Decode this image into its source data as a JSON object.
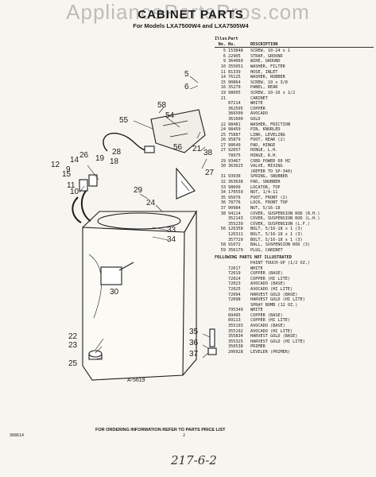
{
  "watermark": "AppliancePartsPros.com",
  "header": {
    "title": "CABINET PARTS",
    "subtitle": "For Models LXA7500W4 and LXA7505W4"
  },
  "parts_list": {
    "col_illus": "Illus.",
    "col_part": "Part",
    "col_no": "No.",
    "col_no2": "No.",
    "col_desc": "DESCRIPTION",
    "rows": [
      {
        "no": "5",
        "part": "153848",
        "desc": "SCREW, 10-24 x 1"
      },
      {
        "no": "6",
        "part": "22905",
        "desc": "STRAP, GROUND"
      },
      {
        "no": "9",
        "part": "364069",
        "desc": "WIRE, GROUND"
      },
      {
        "no": "10",
        "part": "355051",
        "desc": "WASHER, FILTER"
      },
      {
        "no": "11",
        "part": "81339",
        "desc": "HOSE, INLET"
      },
      {
        "no": "14",
        "part": "76125",
        "desc": "WASHER, RUBBER"
      },
      {
        "no": "15",
        "part": "90864",
        "desc": "SCREW, 10 x 3/8"
      },
      {
        "no": "16",
        "part": "35279",
        "desc": "PANEL, REAR"
      },
      {
        "no": "19",
        "part": "98605",
        "desc": "SCREW, 10-16 x 1/2"
      },
      {
        "no": "21",
        "part": "",
        "desc": "CABINET"
      },
      {
        "no": "",
        "part": "87214",
        "desc": "WHITE"
      },
      {
        "no": "",
        "part": "362505",
        "desc": "COPPER"
      },
      {
        "no": "",
        "part": "366500",
        "desc": "AVOCADO"
      },
      {
        "no": "",
        "part": "361600",
        "desc": "GOLD"
      },
      {
        "no": "22",
        "part": "98481",
        "desc": "WASHER, FRICTION"
      },
      {
        "no": "24",
        "part": "98459",
        "desc": "PIN, KNURLED"
      },
      {
        "no": "25",
        "part": "75887",
        "desc": "LINK, LEVELING"
      },
      {
        "no": "26",
        "part": "95879",
        "desc": "FOOT, REAR (2)"
      },
      {
        "no": "27",
        "part": "98649",
        "desc": "PAD, HINGE"
      },
      {
        "no": "27",
        "part": "92657",
        "desc": "HINGE, L.H."
      },
      {
        "no": "",
        "part": "78975",
        "desc": "HINGE, R.H."
      },
      {
        "no": "29",
        "part": "93467",
        "desc": "CORD POWER 60 HZ"
      },
      {
        "no": "30",
        "part": "363625",
        "desc": "VALVE, MIXING"
      },
      {
        "no": "",
        "part": "",
        "desc": "(REFER TO SP-340)"
      },
      {
        "no": "31",
        "part": "93938",
        "desc": "SPRING, SNUBBER"
      },
      {
        "no": "32",
        "part": "363638",
        "desc": "PAD, SNUBBER"
      },
      {
        "no": "33",
        "part": "98609",
        "desc": "LOCATOR, TOP"
      },
      {
        "no": "34",
        "part": "170559",
        "desc": "NUT, 1/4-11"
      },
      {
        "no": "35",
        "part": "95076",
        "desc": "FOOT, FRONT (2)"
      },
      {
        "no": "36",
        "part": "78776",
        "desc": "LOCK, FRONT TOP"
      },
      {
        "no": "37",
        "part": "90984",
        "desc": "NUT, 5/16-18"
      },
      {
        "no": "38",
        "part": "94114",
        "desc": "COVER, SUSPENSION ROD (R.H.)"
      },
      {
        "no": "",
        "part": "352143",
        "desc": "COVER, SUSPENSION ROD (L.H.)"
      },
      {
        "no": "",
        "part": "355239",
        "desc": "COVER, SUSPENSION (L.F.)"
      },
      {
        "no": "56",
        "part": "126358",
        "desc": "BOLT, 5/16-18 x 1 (3)"
      },
      {
        "no": "",
        "part": "126311",
        "desc": "BOLT, 5/16-18 x 1 (3)"
      },
      {
        "no": "",
        "part": "357729",
        "desc": "BOLT, 5/16-18 x 1 (3)"
      },
      {
        "no": "58",
        "part": "91072",
        "desc": "BALL, SUSPENSION ROD (3)"
      },
      {
        "no": "59",
        "part": "356179",
        "desc": "PLUG, CABINET"
      }
    ],
    "section_title": "FOLLOWING PARTS NOT ILLUSTRATED",
    "rows2": [
      {
        "part": "",
        "desc": "PAINT TOUCH-UP (1/2 OZ.)"
      },
      {
        "part": "72017",
        "desc": "WHITE"
      },
      {
        "part": "72019",
        "desc": "COPPER (BASE)"
      },
      {
        "part": "72024",
        "desc": "COPPER (HI LITE)"
      },
      {
        "part": "72023",
        "desc": "AVOCADO (BASE)"
      },
      {
        "part": "72025",
        "desc": "AVOCADO (HI LITE)"
      },
      {
        "part": "72094",
        "desc": "HARVEST GOLD (BASE)"
      },
      {
        "part": "72098",
        "desc": "HARVEST GOLD (HI LITE)"
      },
      {
        "part": "",
        "desc": "SPRAY BOMB (12 OZ.)"
      },
      {
        "part": "795349",
        "desc": "WHITE"
      },
      {
        "part": "89495",
        "desc": "COPPER (BASE)"
      },
      {
        "part": "89113",
        "desc": "COPPER (HI LITE)"
      },
      {
        "part": "355193",
        "desc": "AVOCADO (BASE)"
      },
      {
        "part": "355192",
        "desc": "AVOCADO (HI LITE)"
      },
      {
        "part": "355834",
        "desc": "HARVEST GOLD (BASE)"
      },
      {
        "part": "355325",
        "desc": "HARVEST GOLD (HI LITE)"
      },
      {
        "part": "350538",
        "desc": "PRIMER"
      },
      {
        "part": "206928",
        "desc": "LEVELER (PRIMER)"
      }
    ]
  },
  "diagram": {
    "part_number_code": "A-5619",
    "callouts": [
      "5",
      "6",
      "58",
      "54",
      "55",
      "56",
      "21",
      "38",
      "26",
      "12",
      "14",
      "19",
      "18",
      "28",
      "15",
      "27",
      "9",
      "11",
      "10",
      "29",
      "24",
      "33",
      "34",
      "30",
      "22",
      "23",
      "25",
      "35",
      "36",
      "37"
    ]
  },
  "footer": {
    "ordering_note": "FOR ORDERING INFORMATION REFER TO PARTS PRICE LIST",
    "doc_number": "368614",
    "page": "2",
    "handwritten": "217-6-2"
  }
}
